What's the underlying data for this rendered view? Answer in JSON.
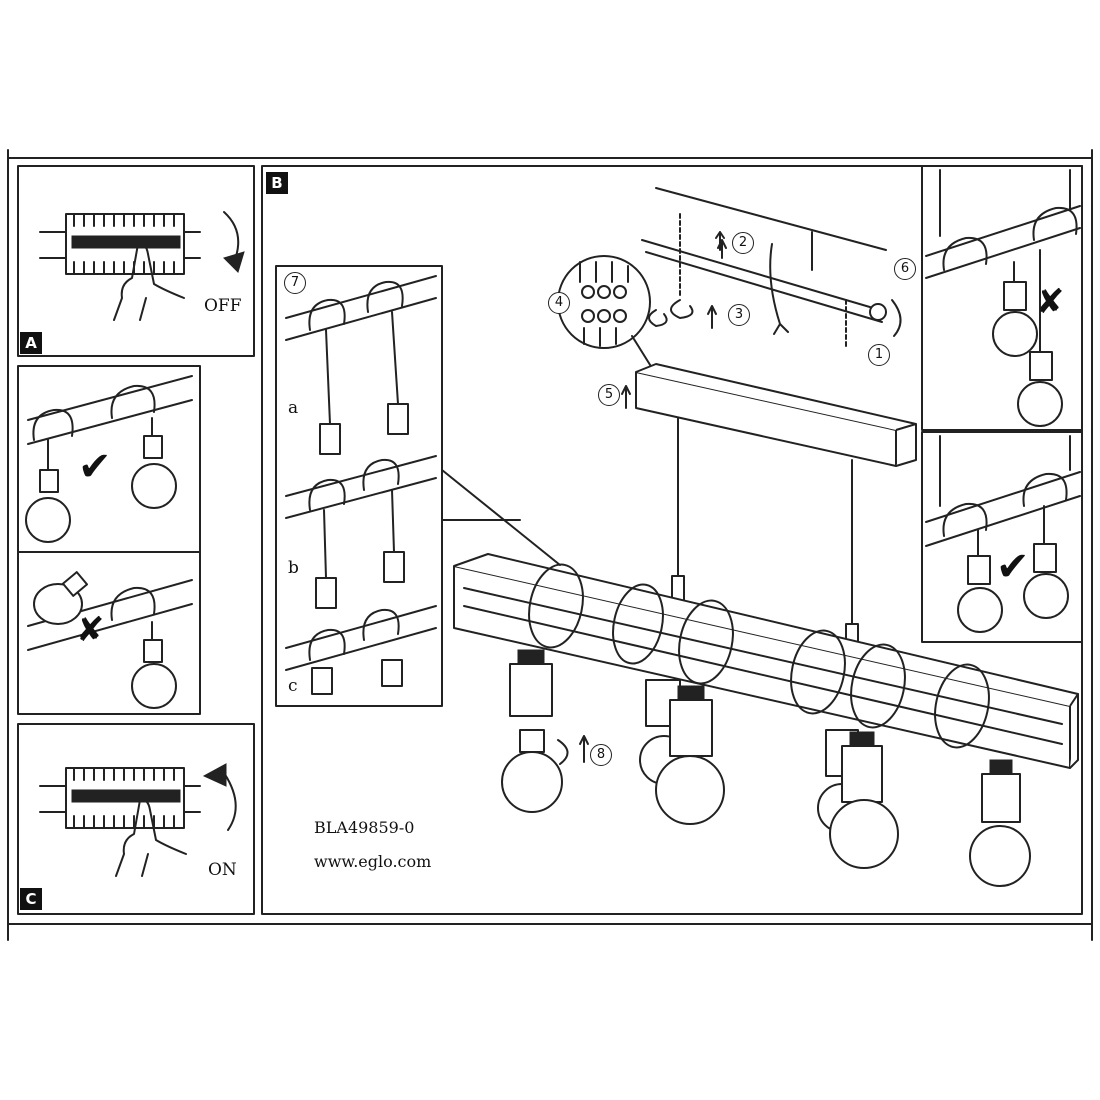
{
  "panels": {
    "a": {
      "label": "A",
      "switch_state": "OFF"
    },
    "b": {
      "label": "B"
    },
    "c": {
      "label": "C",
      "switch_state": "ON"
    }
  },
  "steps": {
    "s1": "1",
    "s2": "2",
    "s3": "3",
    "s4": "4",
    "s5": "5",
    "s6": "6",
    "s7": "7",
    "s8": "8"
  },
  "sub_steps": [
    "a",
    "b",
    "c"
  ],
  "footer": {
    "model": "BLA49859-0",
    "website": "www.eglo.com"
  },
  "marks": {
    "check": "✔",
    "cross": "✘"
  }
}
